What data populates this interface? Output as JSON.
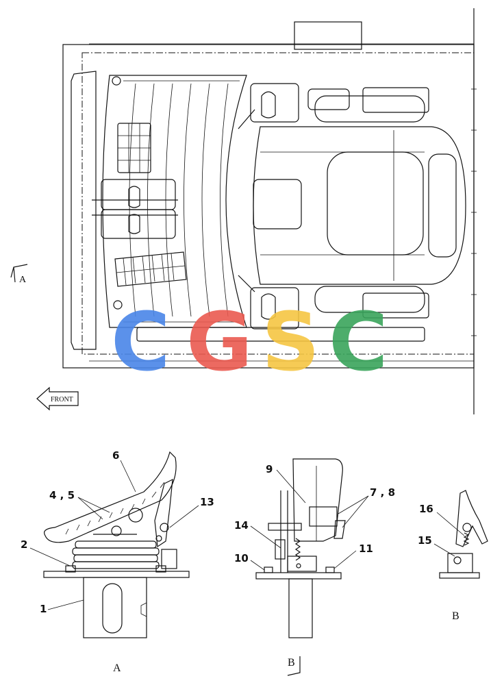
{
  "plan_view": {
    "front_label": "FRONT",
    "view_marker_a": "A"
  },
  "view_a": {
    "caption": "A",
    "callouts": {
      "c1": "1",
      "c2": "2",
      "c4_5": "4 , 5",
      "c6": "6",
      "c13": "13"
    }
  },
  "view_side": {
    "caption": "B",
    "callouts": {
      "c9": "9",
      "c7_8": "7 , 8",
      "c14": "14",
      "c10": "10",
      "c11": "11"
    }
  },
  "view_b": {
    "caption": "B",
    "callouts": {
      "c16": "16",
      "c15": "15"
    }
  },
  "watermark": {
    "letters": [
      "C",
      "G",
      "S",
      "C"
    ],
    "colors": [
      "#4a86e8",
      "#ea5a50",
      "#f6c643",
      "#3aa55c"
    ]
  }
}
